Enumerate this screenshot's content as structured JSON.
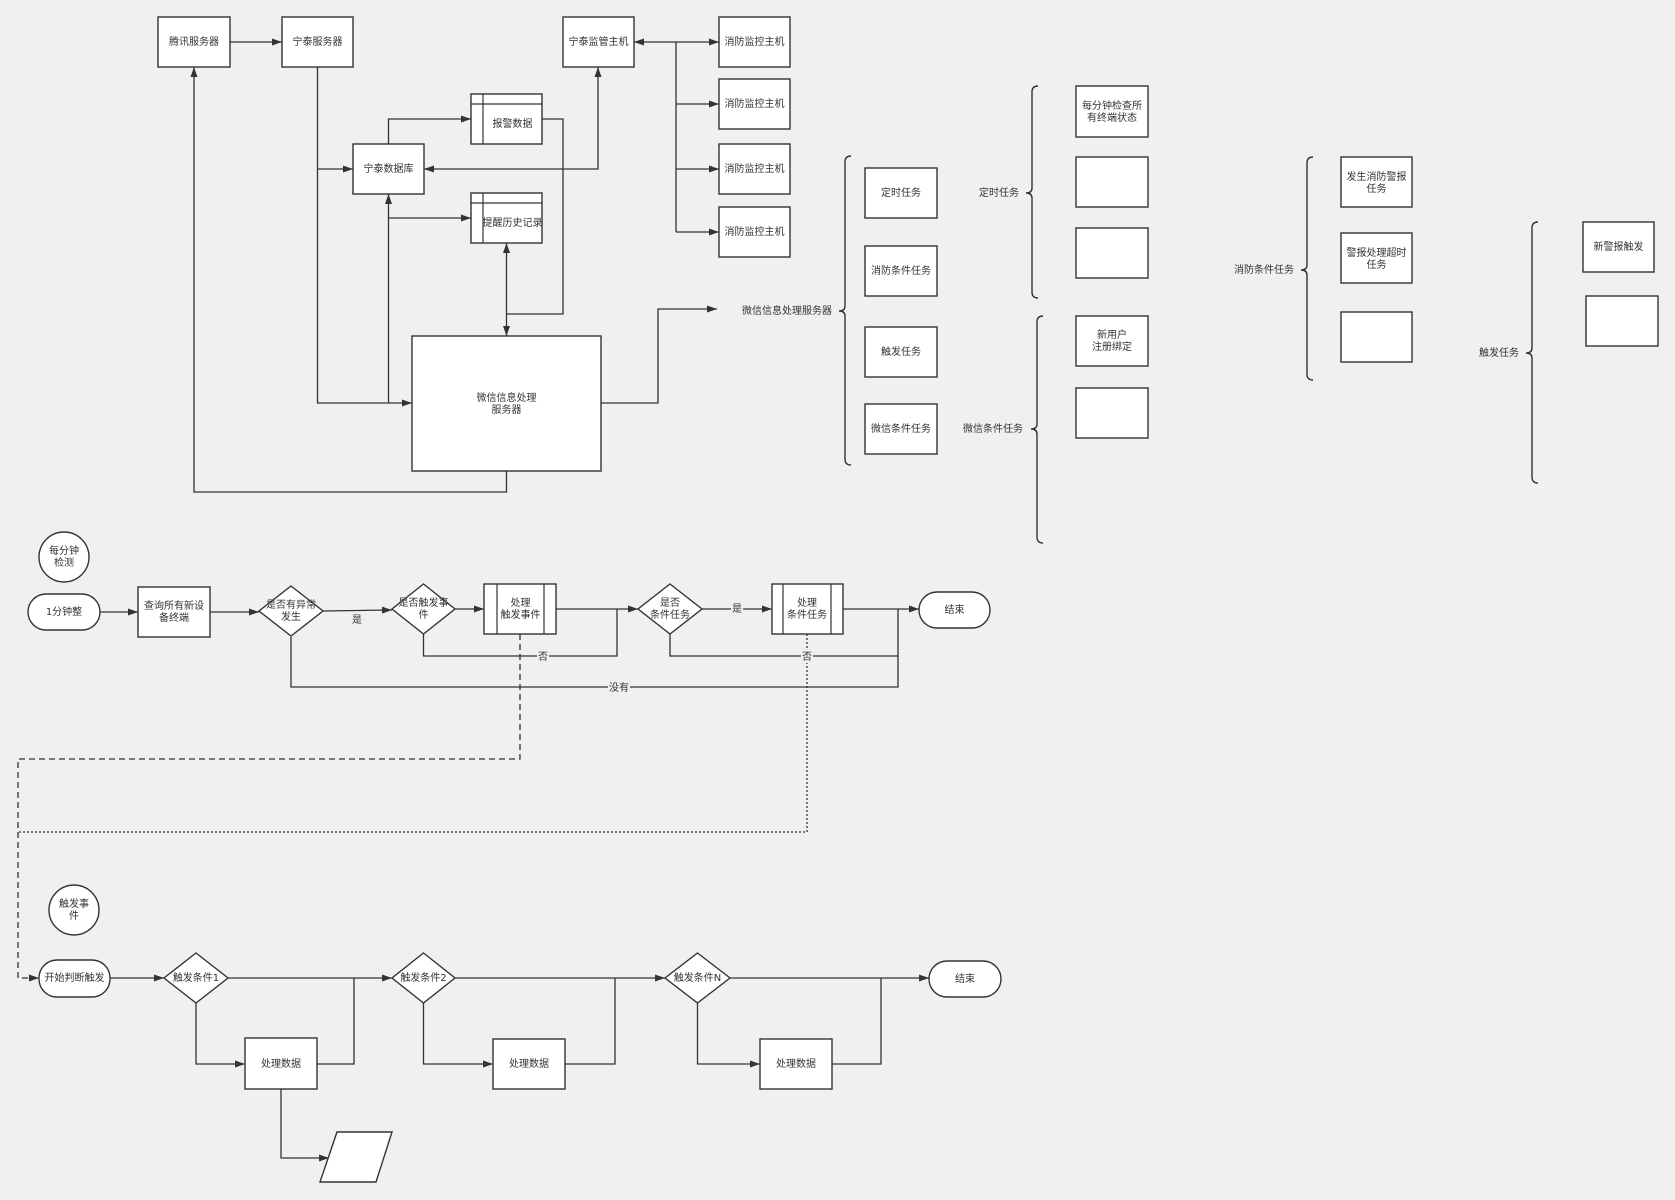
{
  "canvas": {
    "background": "#f0f0f0",
    "stroke_color": "#333333",
    "fill_color": "#ffffff"
  },
  "architecture": {
    "tencent_server": "腾讯服务器",
    "ningtai_server": "宁泰服务器",
    "ningtai_monitor_host": "宁泰监管主机",
    "fire_monitor_hosts": [
      "消防监控主机",
      "消防监控主机",
      "消防监控主机",
      "消防监控主机"
    ],
    "alarm_data": "报警数据",
    "ningtai_database": "宁泰数据库",
    "reminder_history": "提醒历史记录",
    "wechat_server": [
      "微信信息处理",
      "服务器"
    ]
  },
  "task_tree": {
    "root": {
      "label": "微信信息处理服务器",
      "children": [
        "定时任务",
        "消防条件任务",
        "触发任务",
        "微信条件任务"
      ]
    },
    "timed_tasks": {
      "label": "定时任务",
      "items": [
        [
          "每分钟检查所",
          "有终端状态"
        ],
        [],
        []
      ]
    },
    "wechat_condition_tasks": {
      "label": "微信条件任务",
      "items": [
        [
          "新用户",
          "注册绑定"
        ],
        []
      ]
    },
    "fire_condition_tasks": {
      "label": "消防条件任务",
      "items": [
        [
          "发生消防警报",
          "任务"
        ],
        [
          "警报处理超时",
          "任务"
        ],
        []
      ]
    },
    "trigger_tasks": {
      "label": "触发任务",
      "items": [
        [
          "新警报触发"
        ],
        []
      ]
    }
  },
  "minute_flow": {
    "title": [
      "每分钟",
      "检测"
    ],
    "start": "1分钟整",
    "query": [
      "查询所有新设",
      "备终端"
    ],
    "decision_anomaly": [
      "是否有异常",
      "发生"
    ],
    "decision_trigger": [
      "是否触发事",
      "件"
    ],
    "process_trigger": [
      "处理",
      "触发事件"
    ],
    "decision_condition": [
      "是否",
      "条件任务"
    ],
    "process_condition": [
      "处理",
      "条件任务"
    ],
    "end": "结束",
    "labels": {
      "yes_anomaly": "是",
      "yes_condition": "是",
      "no_trigger": "否",
      "no_condition": "否",
      "none": "没有"
    }
  },
  "trigger_flow": {
    "title": [
      "触发事",
      "件"
    ],
    "start": "开始判断触发",
    "conditions": [
      "触发条件1",
      "触发条件2",
      "触发条件N"
    ],
    "process": [
      "处理数据",
      "处理数据",
      "处理数据"
    ],
    "end": "结束"
  }
}
